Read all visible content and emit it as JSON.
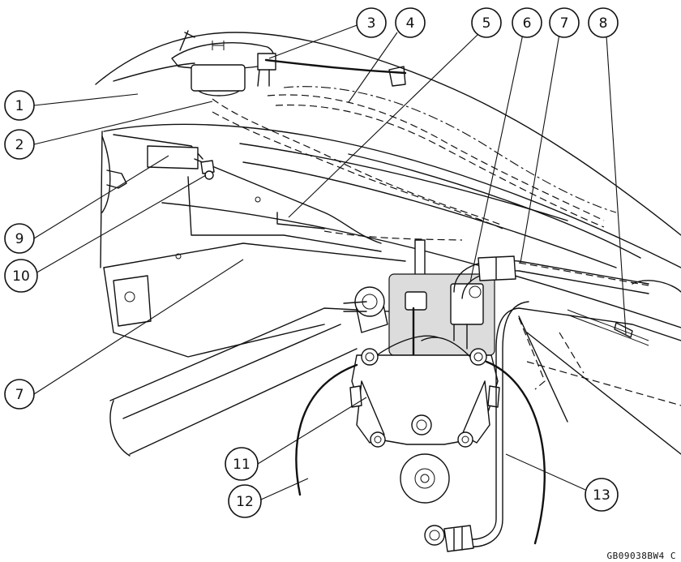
{
  "callouts": [
    {
      "id": "c1",
      "label": "1"
    },
    {
      "id": "c2",
      "label": "2"
    },
    {
      "id": "c3",
      "label": "3"
    },
    {
      "id": "c4",
      "label": "4"
    },
    {
      "id": "c5",
      "label": "5"
    },
    {
      "id": "c6",
      "label": "6"
    },
    {
      "id": "c7a",
      "label": "7"
    },
    {
      "id": "c8",
      "label": "8"
    },
    {
      "id": "c9",
      "label": "9"
    },
    {
      "id": "c10",
      "label": "10"
    },
    {
      "id": "c7b",
      "label": "7"
    },
    {
      "id": "c11",
      "label": "11"
    },
    {
      "id": "c12",
      "label": "12"
    },
    {
      "id": "c13",
      "label": "13"
    }
  ],
  "reference_code": "GB09038BW4 C"
}
